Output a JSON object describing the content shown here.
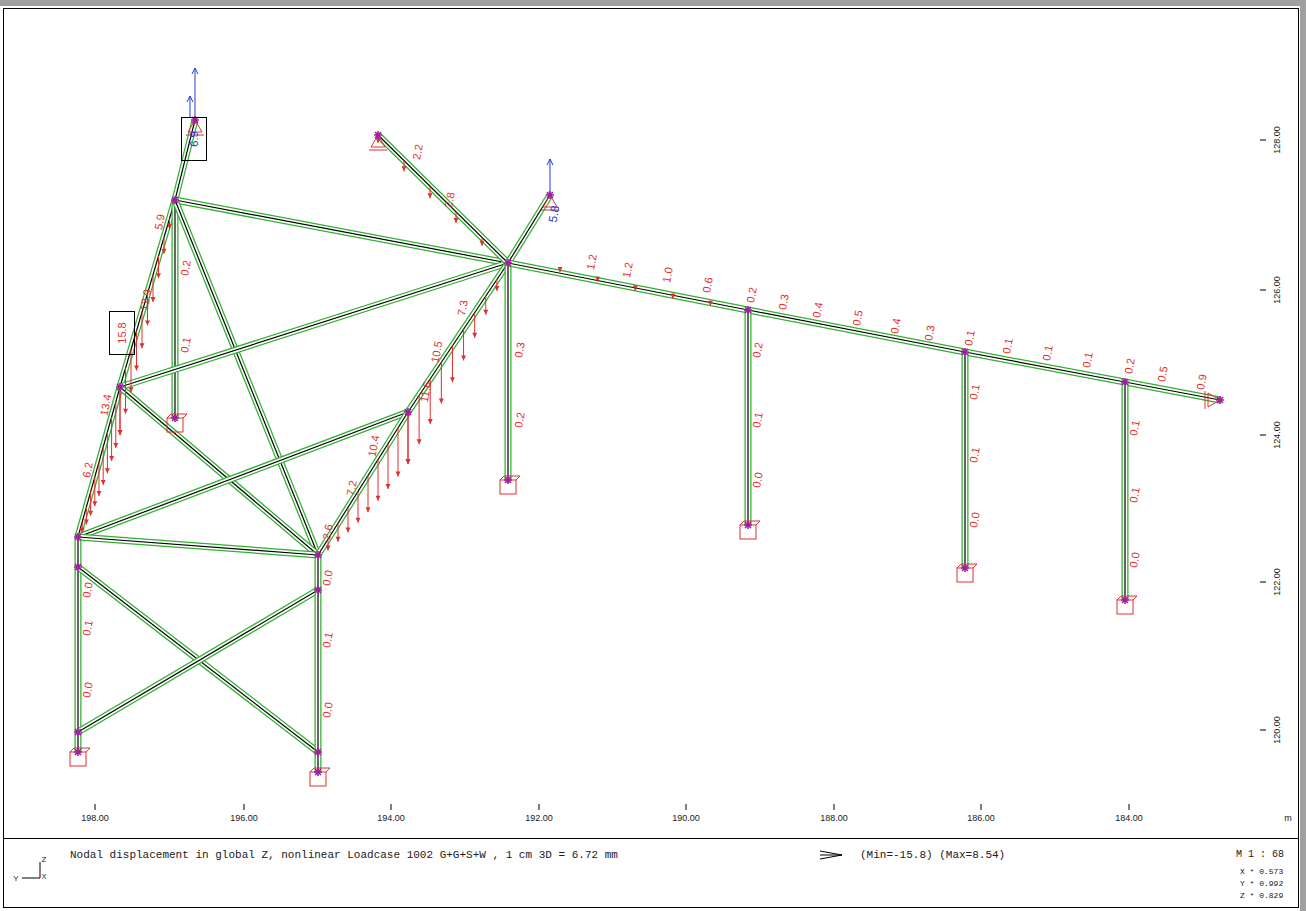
{
  "diagram": {
    "nodes": [
      {
        "text": [
          "6.9"
        ]
      },
      {
        "text": [
          "15.8"
        ]
      }
    ],
    "edges": [],
    "labels": [
      "128.00",
      "126.00",
      "124.00",
      "122.00",
      "120.00",
      "198.00",
      "196.00",
      "194.00",
      "192.00",
      "190.00",
      "188.00",
      "186.00",
      "184.00",
      "m",
      "Nodal displacement in global Z, nonlinear Loadcase 1002  G+G+S+W   , 1 cm 3D =  6.72 mm",
      "(Min=-15.8)  (Max=8.54)",
      "M 1 : 68",
      "X * 0.573",
      "Y * 0.992",
      "Z * 0.829",
      "Z",
      "Y",
      "X",
      "5.9",
      "12.9",
      "13.4",
      "6.2",
      "0.2",
      "0.1",
      "2.2",
      "2.8",
      "2.6",
      "7.2",
      "10.4",
      "11.6",
      "10.5",
      "7.3",
      "0.3",
      "0.2",
      "1.2",
      "1.2",
      "1.0",
      "0.6",
      "0.2",
      "0.3",
      "0.4",
      "0.5",
      "0.4",
      "0.3",
      "0.1",
      "0.1",
      "0.1",
      "0.1",
      "0.2",
      "0.5",
      "0.9",
      "0.2",
      "0.1",
      "0.0",
      "0.1",
      "0.1",
      "0.0",
      "0.1",
      "0.1",
      "0.0",
      "0.0",
      "0.1",
      "0.0",
      "0.0",
      "0.1",
      "0.0",
      "5.8"
    ]
  }
}
